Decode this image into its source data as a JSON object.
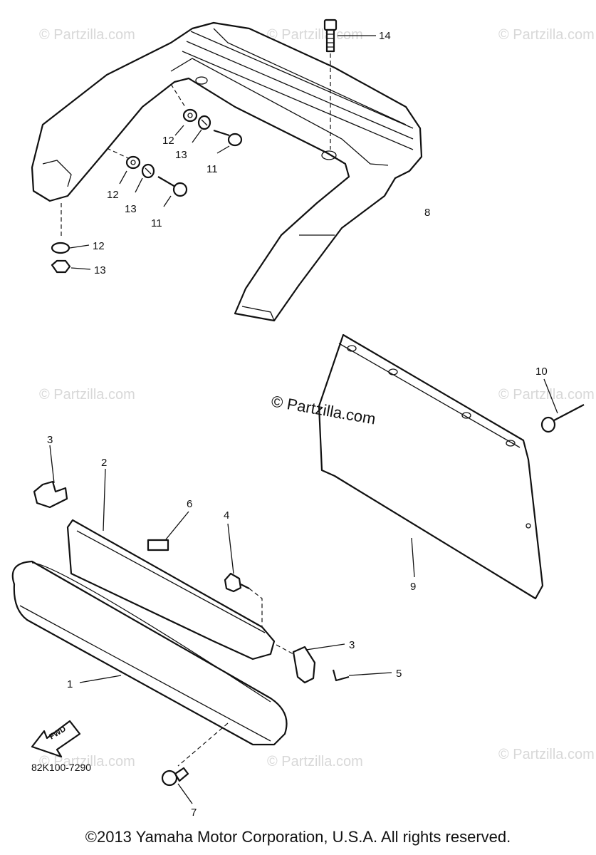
{
  "callouts": {
    "c1": "1",
    "c2": "2",
    "c3a": "3",
    "c3b": "3",
    "c4": "4",
    "c5": "5",
    "c6": "6",
    "c7": "7",
    "c8": "8",
    "c9": "9",
    "c10": "10",
    "c11a": "11",
    "c11b": "11",
    "c12a": "12",
    "c12b": "12",
    "c12c": "12",
    "c13a": "13",
    "c13b": "13",
    "c13c": "13",
    "c14": "14"
  },
  "diagram_code": "82K100-7290",
  "fwd_label": "FWD",
  "watermark_main": "© Partzilla.com",
  "watermark_faint": "© Partzilla.com",
  "copyright": "©2013 Yamaha Motor Corporation, U.S.A. All rights reserved."
}
